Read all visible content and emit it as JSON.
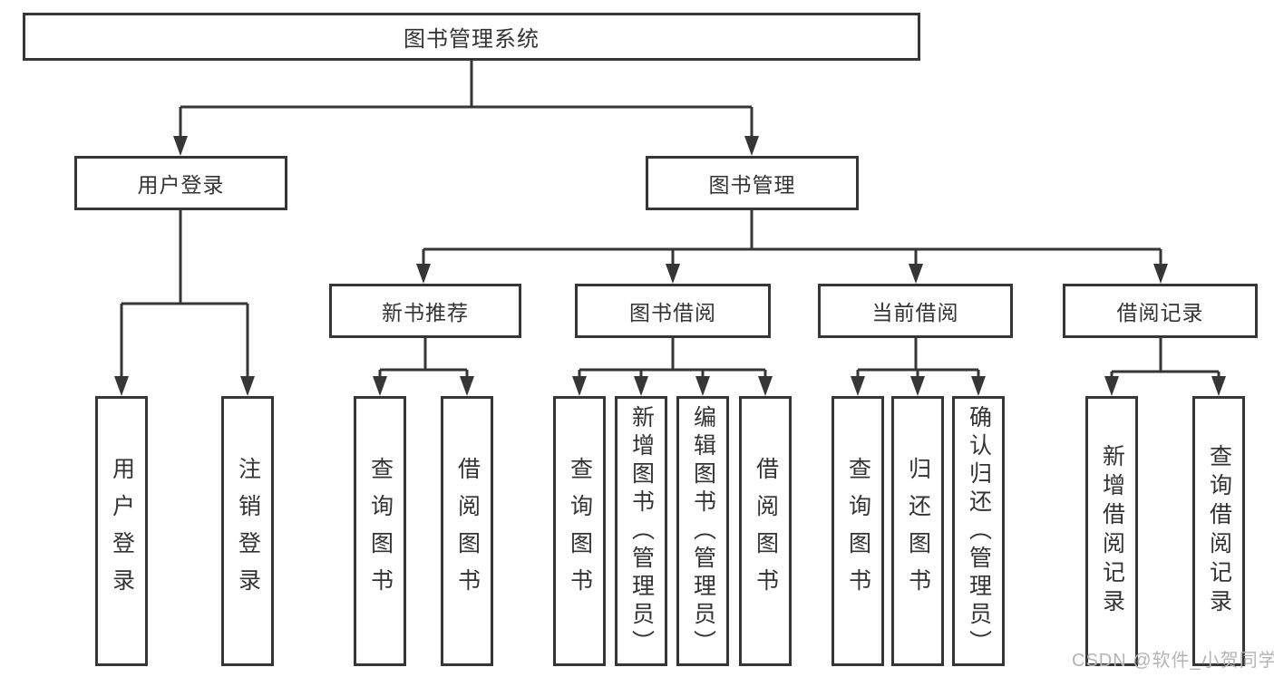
{
  "diagram": {
    "title": "图书管理系统",
    "watermark": "CSDN @软件_小贺同学",
    "colors": {
      "line": "#363636",
      "text": "#333333",
      "watermark": "#b4b4b4",
      "background": "#ffffff"
    },
    "nodes": {
      "root": {
        "label": "图书管理系统"
      },
      "user_login": {
        "label": "用户登录"
      },
      "book_mgmt": {
        "label": "图书管理"
      },
      "new_book_rec": {
        "label": "新书推荐"
      },
      "book_borrow": {
        "label": "图书借阅"
      },
      "current_borrow": {
        "label": "当前借阅"
      },
      "borrow_record": {
        "label": "借阅记录"
      },
      "leaf_user_login": {
        "label": "用户登录"
      },
      "leaf_logout": {
        "label": "注销登录"
      },
      "leaf_query_book_1": {
        "label": "查询图书"
      },
      "leaf_borrow_book_1": {
        "label": "借阅图书"
      },
      "leaf_query_book_2": {
        "label": "查询图书"
      },
      "leaf_add_book": {
        "label": "新增图书（管理员）"
      },
      "leaf_edit_book": {
        "label": "编辑图书（管理员）"
      },
      "leaf_borrow_book_2": {
        "label": "借阅图书"
      },
      "leaf_query_book_3": {
        "label": "查询图书"
      },
      "leaf_return_book": {
        "label": "归还图书"
      },
      "leaf_confirm_return": {
        "label": "确认归还（管理员）"
      },
      "leaf_add_record": {
        "label": "新增借阅记录"
      },
      "leaf_query_record": {
        "label": "查询借阅记录"
      }
    },
    "structure": [
      {
        "parent": "图书管理系统",
        "children": [
          "用户登录",
          "图书管理"
        ]
      },
      {
        "parent": "用户登录",
        "children": [
          "用户登录",
          "注销登录"
        ]
      },
      {
        "parent": "图书管理",
        "children": [
          "新书推荐",
          "图书借阅",
          "当前借阅",
          "借阅记录"
        ]
      },
      {
        "parent": "新书推荐",
        "children": [
          "查询图书",
          "借阅图书"
        ]
      },
      {
        "parent": "图书借阅",
        "children": [
          "查询图书",
          "新增图书（管理员）",
          "编辑图书（管理员）",
          "借阅图书"
        ]
      },
      {
        "parent": "当前借阅",
        "children": [
          "查询图书",
          "归还图书",
          "确认归还（管理员）"
        ]
      },
      {
        "parent": "借阅记录",
        "children": [
          "新增借阅记录",
          "查询借阅记录"
        ]
      }
    ]
  }
}
